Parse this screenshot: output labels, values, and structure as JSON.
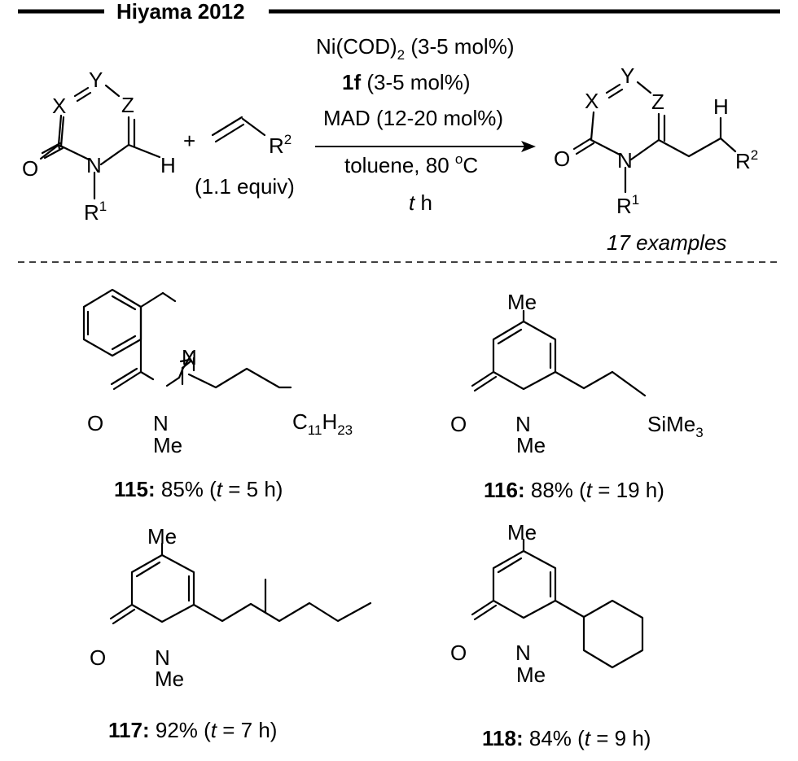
{
  "header": {
    "title": "Hiyama 2012"
  },
  "reaction": {
    "reactant_atoms": {
      "x": "X",
      "y": "Y",
      "z": "Z",
      "o": "O",
      "n": "N",
      "h": "H",
      "r": "R",
      "r_sup": "1"
    },
    "plus": "+",
    "alkene": {
      "r": "R",
      "r_sup": "2",
      "equiv": "(1.1 equiv)"
    },
    "conditions": {
      "line1_main": "Ni(COD)",
      "line1_sub": "2",
      "line1_rest": " (3-5 mol%)",
      "line2_bold": "1f",
      "line2_rest": " (3-5 mol%)",
      "line3": "MAD (12-20 mol%)",
      "line4_main": "toluene, 80 ",
      "line4_sup": "o",
      "line4_rest": "C",
      "line5_italic": "t",
      "line5_rest": " h"
    },
    "product_atoms": {
      "x": "X",
      "y": "Y",
      "z": "Z",
      "o": "O",
      "n": "N",
      "h": "H",
      "r1": "R",
      "r1_sup": "1",
      "r2": "R",
      "r2_sup": "2"
    },
    "examples": "17 examples"
  },
  "compounds": [
    {
      "id": "115",
      "yield": "85%",
      "time_open": " (",
      "t": "t",
      "time": " = 5 h)",
      "labels": {
        "n_top": "N",
        "o": "O",
        "n": "N",
        "me": "Me",
        "c": "C",
        "c_sub": "11",
        "h": "H",
        "h_sub": "23"
      }
    },
    {
      "id": "116",
      "yield": "88%",
      "time_open": " (",
      "t": "t",
      "time": " = 19 h)",
      "labels": {
        "me_top": "Me",
        "o": "O",
        "n": "N",
        "me": "Me",
        "si": "SiMe",
        "si_sub": "3"
      }
    },
    {
      "id": "117",
      "yield": "92%",
      "time_open": " (",
      "t": "t",
      "time": " = 7 h)",
      "labels": {
        "me_top": "Me",
        "o": "O",
        "n": "N",
        "me": "Me"
      }
    },
    {
      "id": "118",
      "yield": "84%",
      "time_open": " (",
      "t": "t",
      "time": " = 9 h)",
      "labels": {
        "me_top": "Me",
        "o": "O",
        "n": "N",
        "me": "Me"
      }
    }
  ]
}
